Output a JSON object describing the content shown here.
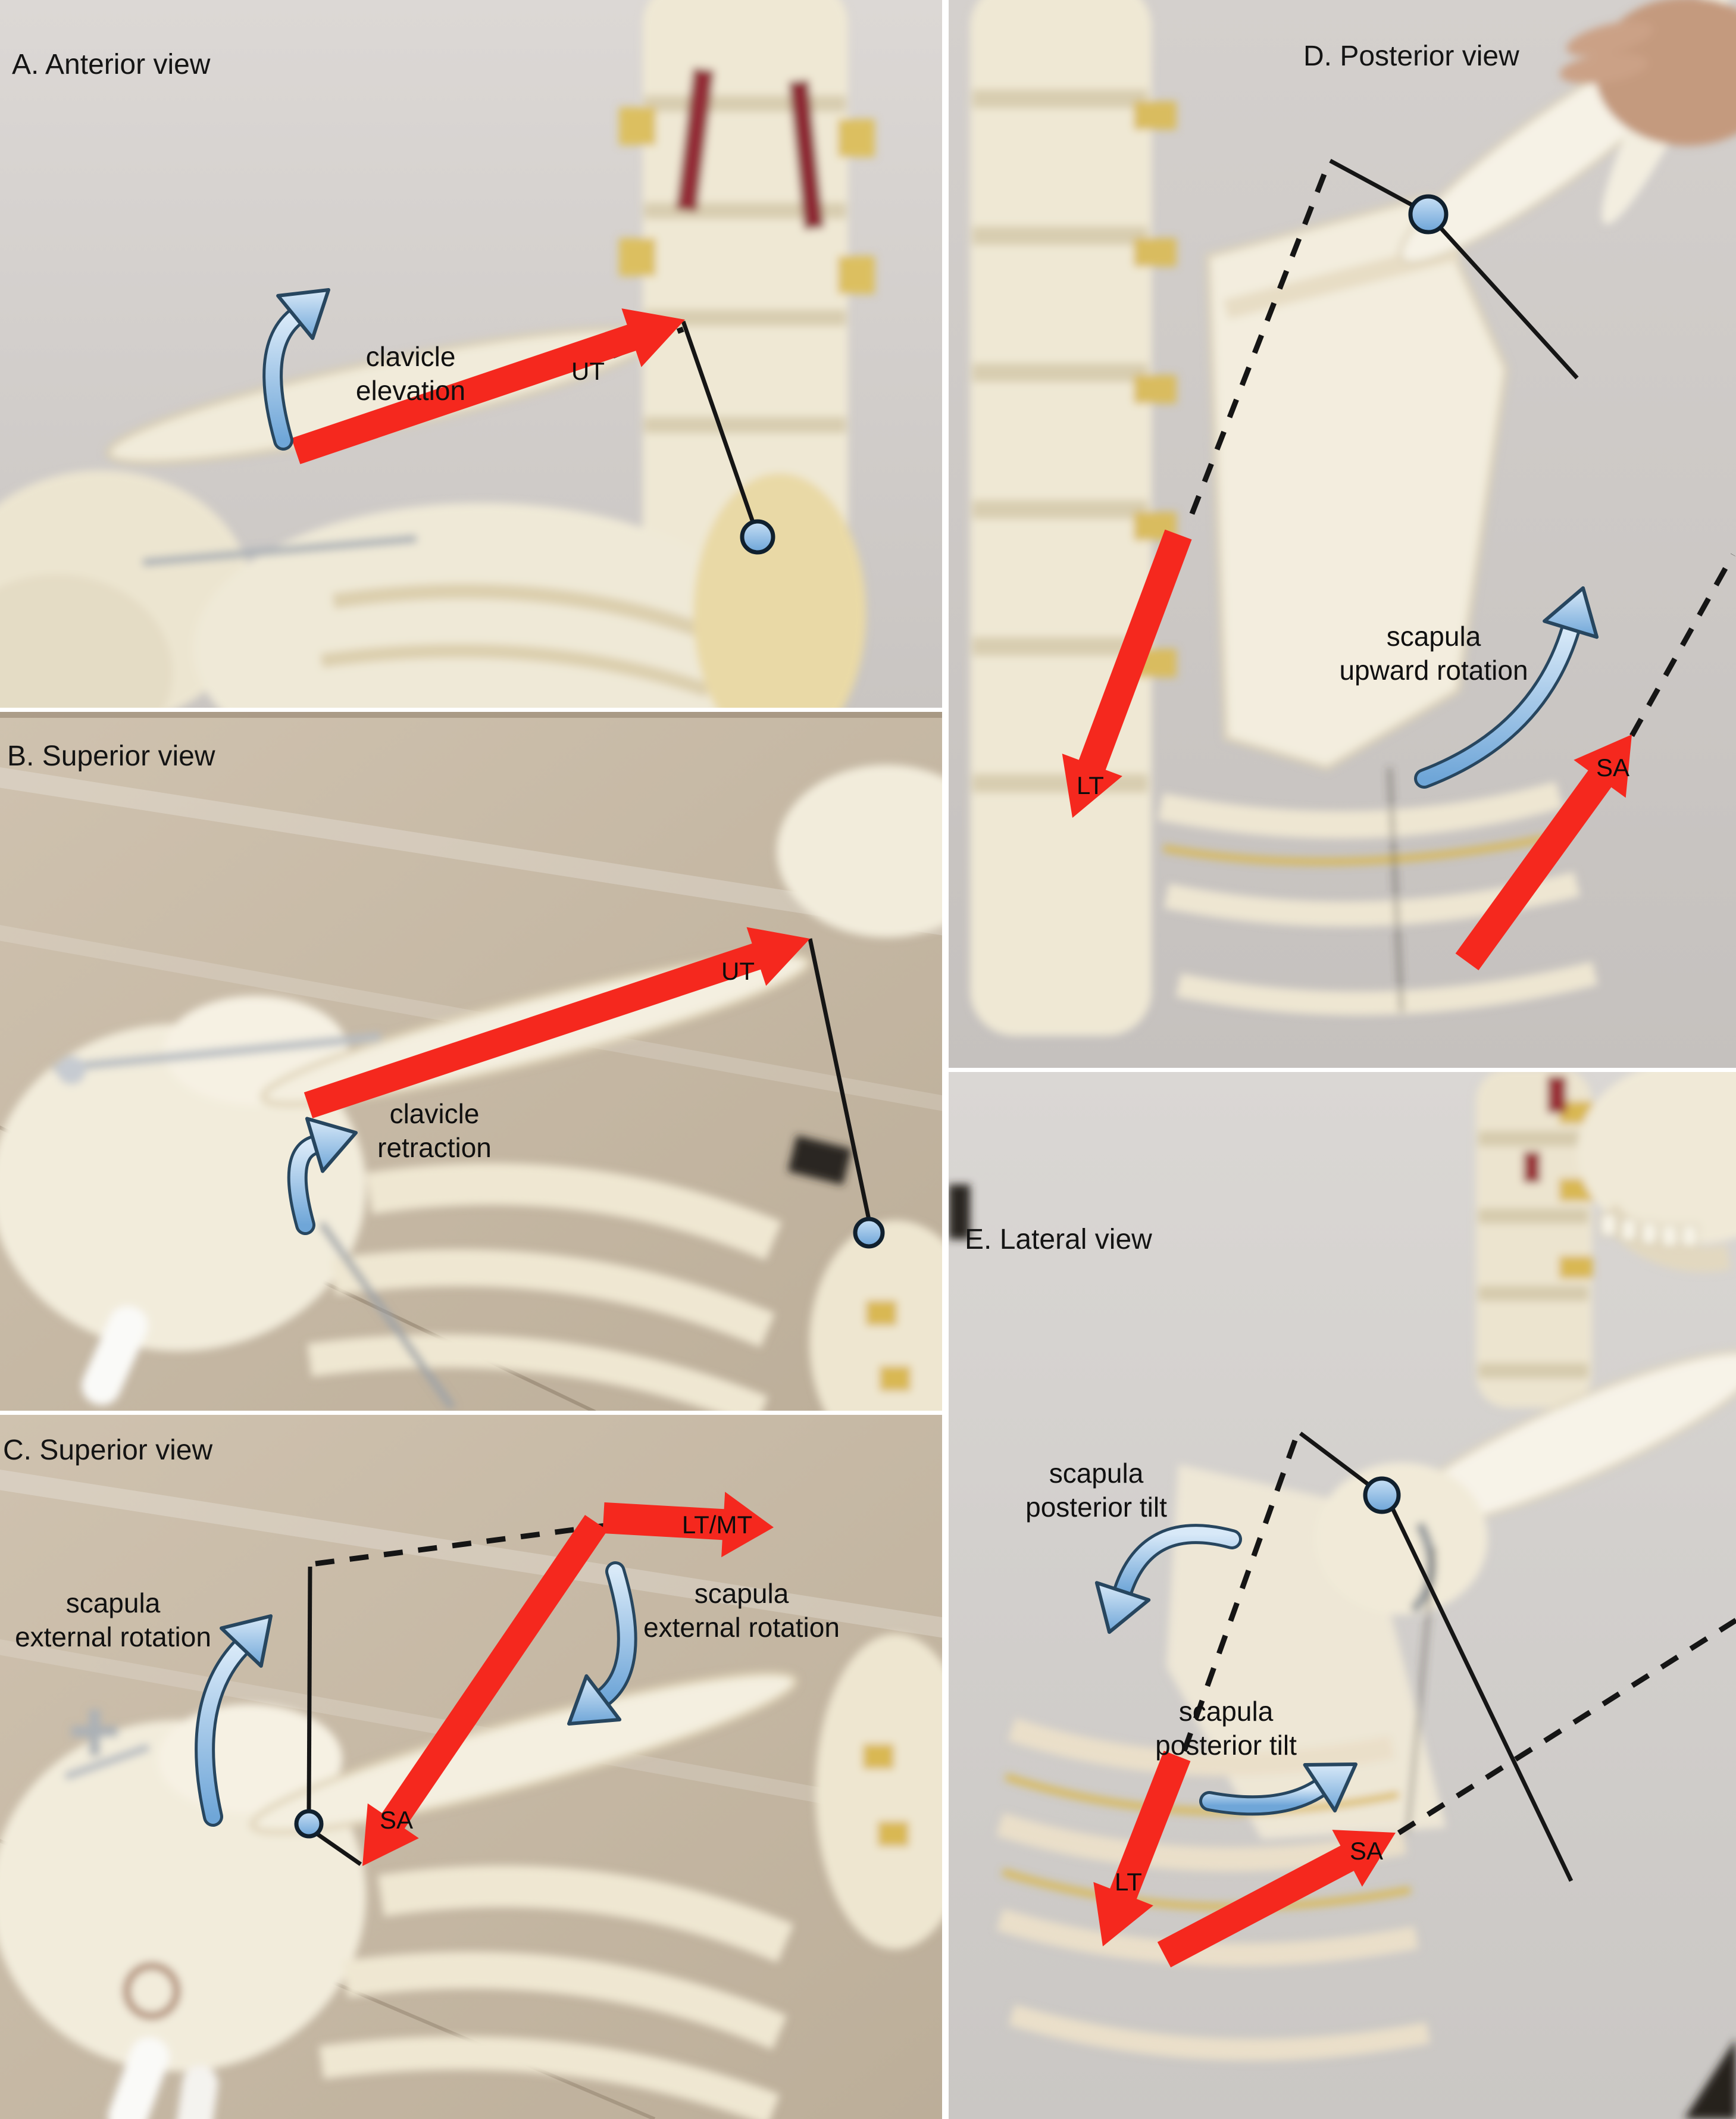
{
  "panels": {
    "a": {
      "title": "A. Anterior view",
      "motion": "clavicle\nelevation",
      "ut": "UT"
    },
    "b": {
      "title": "B. Superior view",
      "motion": "clavicle\nretraction",
      "ut": "UT"
    },
    "c": {
      "title": "C. Superior view",
      "motion_left": "scapula\nexternal rotation",
      "motion_right": "scapula\nexternal rotation",
      "ltmt": "LT/MT",
      "sa": "SA"
    },
    "d": {
      "title": "D. Posterior view",
      "motion": "scapula\nupward rotation",
      "lt": "LT",
      "sa": "SA"
    },
    "e": {
      "title": "E. Lateral view",
      "motion_upper": "scapula\nposterior tilt",
      "motion_lower": "scapula\nposterior tilt",
      "lt": "LT",
      "sa": "SA"
    }
  },
  "colors": {
    "force_arrow_red": "#f5281e",
    "motion_arrow_fill": "#9cc3e8",
    "motion_arrow_outline": "#27465f",
    "axis_dot_fill": "#8fc0e9",
    "annotation_line": "#151515",
    "label_text": "#101010"
  }
}
